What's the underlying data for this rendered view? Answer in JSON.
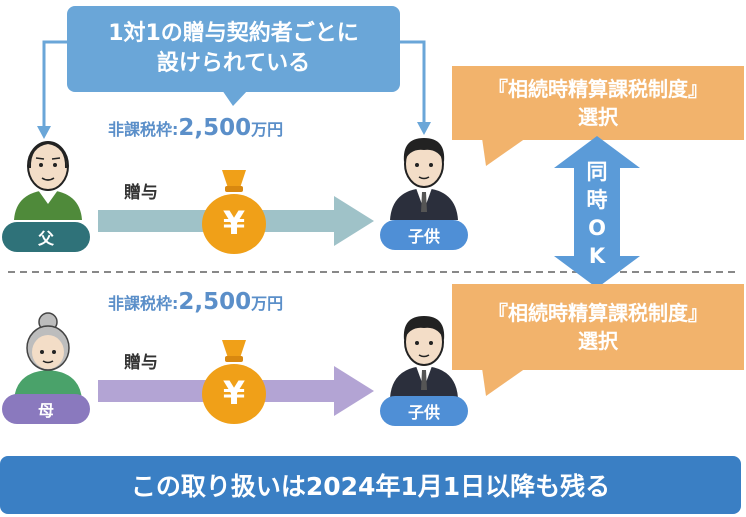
{
  "top_callout": {
    "line1": "1対1の贈与契約者ごとに",
    "line2": "設けられている"
  },
  "upper": {
    "tax_prefix": "非課税枠:",
    "tax_amount": "2,500",
    "tax_unit": "万円",
    "giver_label": "父",
    "gift_label": "贈与",
    "coin_symbol": "¥",
    "receiver_label": "子供",
    "system_line1": "『相続時精算課税制度』",
    "system_line2": "選択"
  },
  "lower": {
    "tax_prefix": "非課税枠:",
    "tax_amount": "2,500",
    "tax_unit": "万円",
    "giver_label": "母",
    "gift_label": "贈与",
    "coin_symbol": "¥",
    "receiver_label": "子供",
    "system_line1": "『相続時精算課税制度』",
    "system_line2": "選択"
  },
  "simultaneous": {
    "chars": [
      "同",
      "時",
      "O",
      "K"
    ]
  },
  "banner": "この取り扱いは2024年1月1日以降も残る",
  "colors": {
    "callout_blue": "#6aa6d8",
    "orange": "#f2b36c",
    "upper_arrow": "#9fc2c8",
    "lower_arrow": "#b3a4d4",
    "father_tag": "#2f7279",
    "mother_tag": "#8a79be",
    "child_tag": "#4f8fd6",
    "banner": "#3a7fc4",
    "coin": "#f0a018",
    "ok_arrow": "#5b9bd8"
  }
}
